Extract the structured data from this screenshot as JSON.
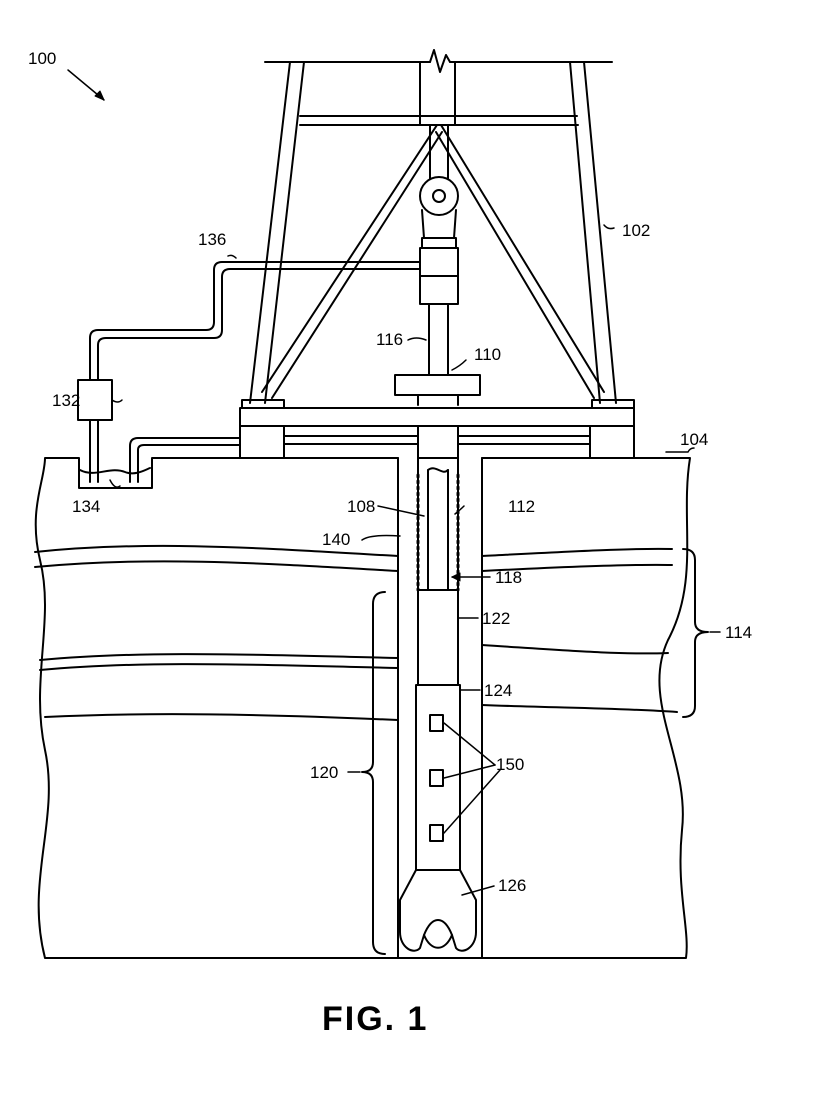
{
  "figure": {
    "caption": "FIG. 1",
    "labels": {
      "system": "100",
      "derrick": "102",
      "surface": "104",
      "drill_string": "108",
      "rotary_table": "110",
      "borehole": "112",
      "formation": "114",
      "kelly": "116",
      "drill_pipe": "118",
      "bha": "120",
      "collar": "122",
      "tool": "124",
      "bit": "126",
      "pump": "132",
      "pit": "134",
      "flow_line": "136",
      "annulus": "140",
      "sensors": "150"
    }
  }
}
